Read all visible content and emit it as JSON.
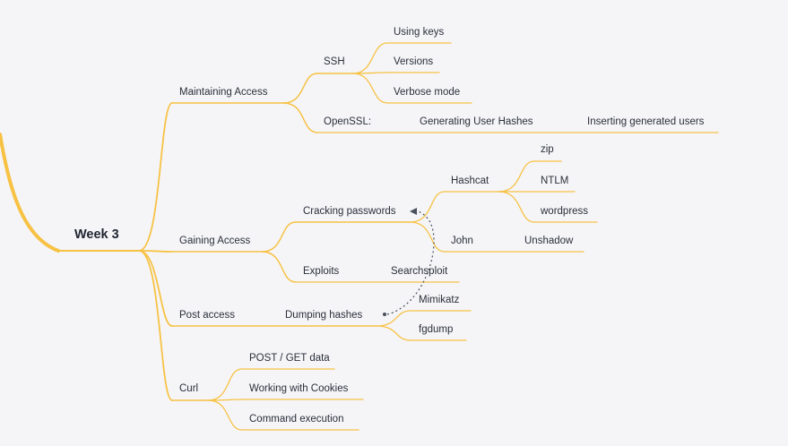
{
  "map": {
    "line_color": "#f7c244",
    "relation_color": "#4a4f5c",
    "root": "Week 3",
    "maintaining": {
      "label": "Maintaining Access",
      "ssh": "SSH",
      "using_keys": "Using keys",
      "versions": "Versions",
      "verbose": "Verbose mode",
      "openssl": "OpenSSL:",
      "gen_hashes": "Generating User Hashes",
      "inserting": "Inserting generated users"
    },
    "gaining": {
      "label": "Gaining Access",
      "cracking": "Cracking passwords",
      "hashcat": "Hashcat",
      "zip": "zip",
      "ntlm": "NTLM",
      "wordpress": "wordpress",
      "john": "John",
      "unshadow": "Unshadow",
      "exploits": "Exploits",
      "searchsploit": "Searchsploit"
    },
    "post": {
      "label": "Post access",
      "dumping": "Dumping hashes",
      "mimikatz": "Mimikatz",
      "fgdump": "fgdump"
    },
    "curl": {
      "label": "Curl",
      "postget": "POST / GET data",
      "cookies": "Working with Cookies",
      "cmdexec": "Command execution"
    }
  }
}
